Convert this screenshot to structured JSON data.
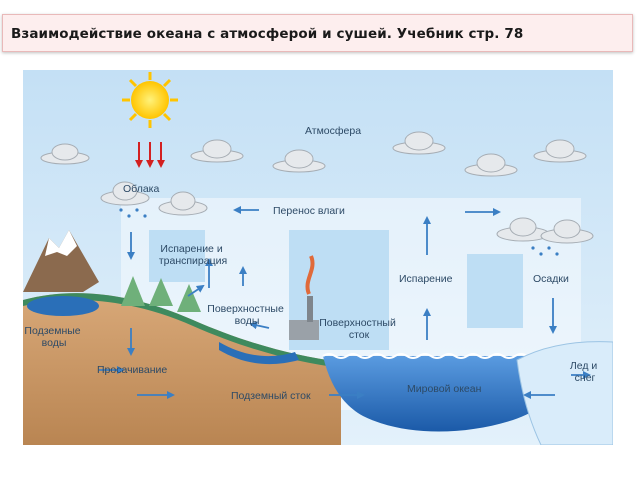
{
  "title": "Взаимодействие океана с атмосферой и сушей. Учебник стр. 78",
  "diagram": {
    "labels": {
      "atmosphere": "Атмосфера",
      "clouds": "Облака",
      "moisture_transfer": "Перенос влаги",
      "evapotranspiration_1": "Испарение и",
      "evapotranspiration_2": "транспирация",
      "evaporation": "Испарение",
      "precipitation": "Осадки",
      "surface_water_1": "Поверхностные",
      "surface_water_2": "воды",
      "surface_runoff_1": "Поверхностный",
      "surface_runoff_2": "сток",
      "groundwater_1": "Подземные",
      "groundwater_2": "воды",
      "infiltration": "Просачивание",
      "underground_runoff": "Подземный сток",
      "world_ocean": "Мировой океан",
      "ice_snow_1": "Лед и",
      "ice_snow_2": "снег"
    },
    "colors": {
      "sky": "#cfe6f6",
      "land": "#c99a68",
      "ocean": "#2a6fb8",
      "arrow": "#3b7fc4",
      "sun": "#ffd400",
      "sun_ray": "#d32020"
    }
  }
}
